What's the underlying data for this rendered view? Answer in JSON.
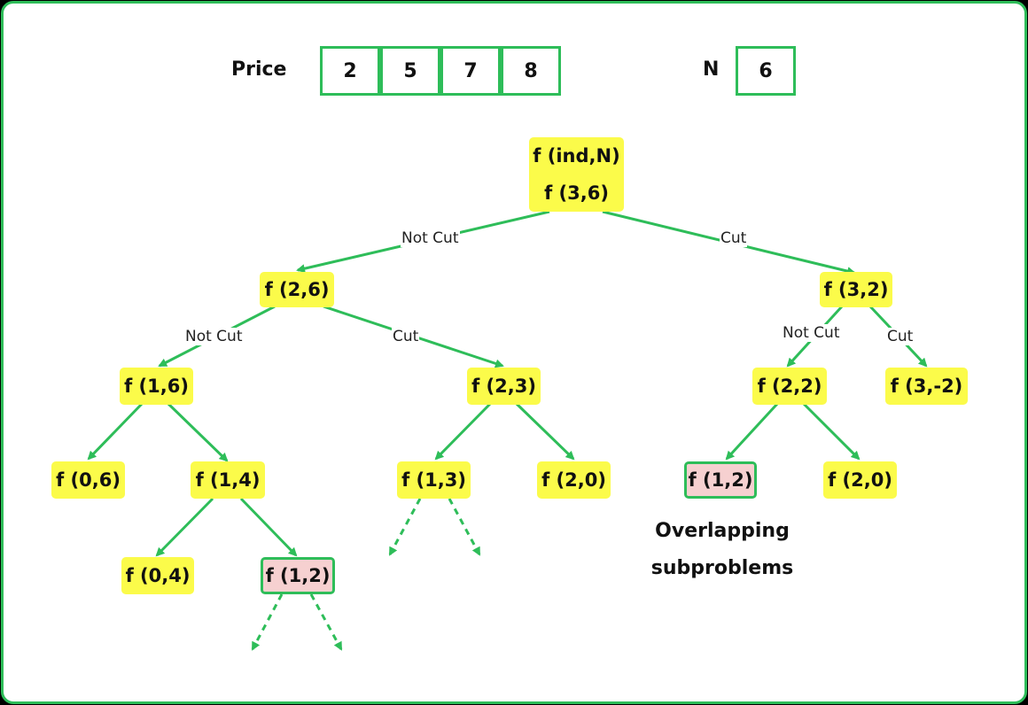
{
  "header": {
    "price_label": "Price",
    "prices": [
      "2",
      "5",
      "7",
      "8"
    ],
    "n_label": "N",
    "n_value": "6"
  },
  "tree": {
    "root": {
      "line1": "f (ind,N)",
      "line2": "f (3,6)"
    },
    "nodes": {
      "n26": "f (2,6)",
      "n32": "f (3,2)",
      "n16": "f (1,6)",
      "n23": "f (2,3)",
      "n22": "f (2,2)",
      "n3m2": "f (3,-2)",
      "n06": "f (0,6)",
      "n14": "f (1,4)",
      "n13": "f (1,3)",
      "n20a": "f (2,0)",
      "n12a": "f (1,2)",
      "n20b": "f (2,0)",
      "n04": "f (0,4)",
      "n12b": "f (1,2)"
    },
    "edge_labels": {
      "root_not_cut": "Not Cut",
      "root_cut": "Cut",
      "n26_not_cut": "Not Cut",
      "n26_cut": "Cut",
      "n32_not_cut": "Not Cut",
      "n32_cut": "Cut"
    },
    "note": {
      "line1": "Overlapping",
      "line2": "subproblems"
    }
  },
  "colors": {
    "border": "#2ebd59",
    "node": "#fbfb4a",
    "overlap": "#f6d0d0",
    "edge": "#2ebd59"
  }
}
